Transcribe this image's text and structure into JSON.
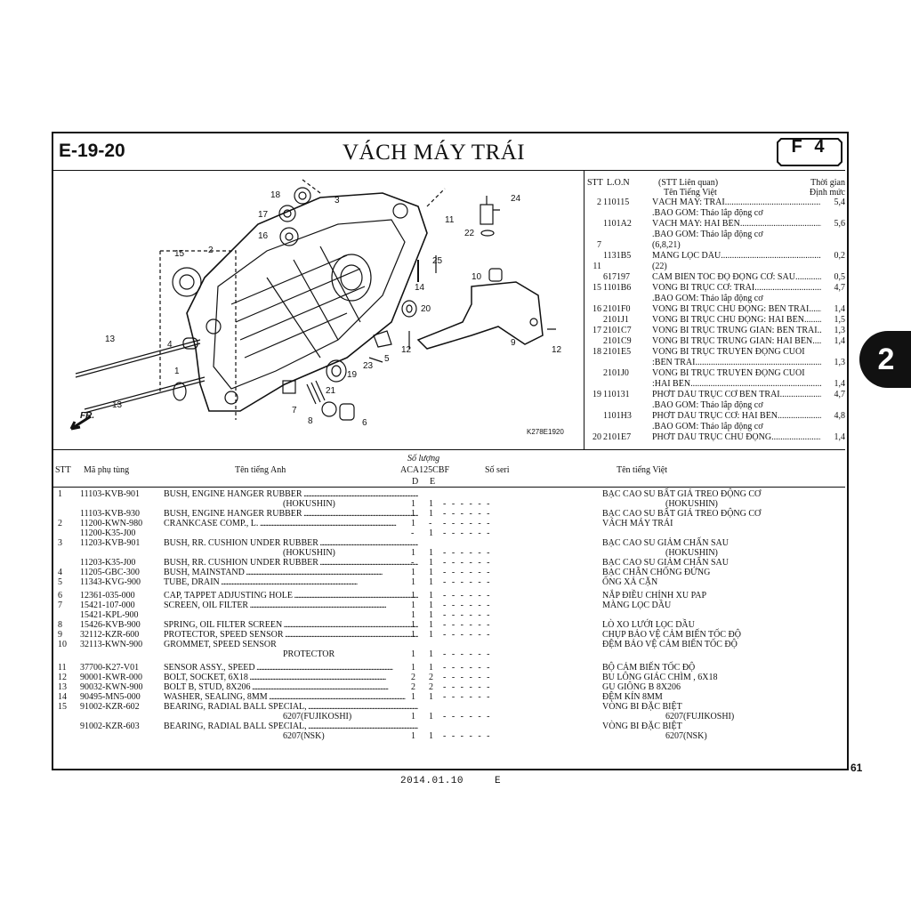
{
  "header": {
    "code": "E-19-20",
    "title": "VÁCH MÁY TRÁI",
    "fig": "F 4"
  },
  "diagram": {
    "ref": "K278E1920",
    "direction": "FR.",
    "callouts": [
      "18",
      "17",
      "16",
      "15",
      "2",
      "3",
      "24",
      "11",
      "22",
      "25",
      "14",
      "10",
      "20",
      "13",
      "4",
      "5",
      "12",
      "9",
      "12",
      "1",
      "23",
      "19",
      "21",
      "7",
      "8",
      "6",
      "13"
    ]
  },
  "vn_table": {
    "head_stt": "STT",
    "head_lon": "L.O.N",
    "head_rel": "(STT Liên quan)",
    "head_name": "Tên Tiếng Việt",
    "head_time1": "Thời gian",
    "head_time2": "Định mức",
    "rows": [
      {
        "stt": "2",
        "lon": "110115",
        "name": "VÁCH MÁY: TRÁI",
        "time": "5,4"
      },
      {
        "stt": "",
        "lon": "",
        "name": ".BAO GỒM: Tháo lắp động cơ",
        "time": ""
      },
      {
        "stt": "",
        "lon": "1101A2",
        "name": "VÁCH MÁY: HAI BÊN",
        "time": "5,6"
      },
      {
        "stt": "",
        "lon": "",
        "name": ".BAO GỒM: Tháo lắp động cơ",
        "time": ""
      },
      {
        "stt": "7",
        "lon": "",
        "name": "(6,8,21)",
        "time": ""
      },
      {
        "stt": "",
        "lon": "1131B5",
        "name": "MÀNG LỌC DẦU",
        "time": "0,2"
      },
      {
        "stt": "11",
        "lon": "",
        "name": "(22)",
        "time": ""
      },
      {
        "stt": "",
        "lon": "617197",
        "name": "CẢM BIẾN TỐC ĐỘ ĐỘNG CƠ: SAU",
        "time": "0,5"
      },
      {
        "stt": "15",
        "lon": "1101B6",
        "name": "VÒNG BI TRỤC CƠ: TRÁI",
        "time": "4,7"
      },
      {
        "stt": "",
        "lon": "",
        "name": ".BAO GỒM: Tháo lắp động cơ",
        "time": ""
      },
      {
        "stt": "16",
        "lon": "2101F0",
        "name": "VÒNG BI TRỤC CHỦ ĐỘNG: BÊN TRÁI",
        "time": "1,4"
      },
      {
        "stt": "",
        "lon": "2101J1",
        "name": "VÒNG BI TRỤC CHỦ ĐỘNG: HAI BÊN",
        "time": "1,5"
      },
      {
        "stt": "17",
        "lon": "2101C7",
        "name": "VÒNG BI TRỤC TRUNG GIAN: BÊN TRÁI",
        "time": "1,3"
      },
      {
        "stt": "",
        "lon": "2101C9",
        "name": "VÒNG BI TRỤC TRUNG GIAN: HAI BÊN",
        "time": "1,4"
      },
      {
        "stt": "18",
        "lon": "2101E5",
        "name": "VÒNG BI TRỤC TRUYỀN ĐỘNG CUỐI",
        "time": ""
      },
      {
        "stt": "",
        "lon": "",
        "name": ":BÊN TRÁI",
        "time": "1,3"
      },
      {
        "stt": "",
        "lon": "2101J0",
        "name": "VÒNG BI TRỤC TRUYỀN ĐỘNG CUỐI",
        "time": ""
      },
      {
        "stt": "",
        "lon": "",
        "name": ":HAI BÊN",
        "time": "1,4"
      },
      {
        "stt": "19",
        "lon": "110131",
        "name": "PHỚT DẦU TRỤC CƠ BÊN TRÁI",
        "time": "4,7"
      },
      {
        "stt": "",
        "lon": "",
        "name": ".BAO GỒM: Tháo lắp động cơ",
        "time": ""
      },
      {
        "stt": "",
        "lon": "1101H3",
        "name": "PHỚT DẦU TRỤC CƠ: HAI BÊN",
        "time": "4,8"
      },
      {
        "stt": "",
        "lon": "",
        "name": ".BAO GỒM: Tháo lắp động cơ",
        "time": ""
      },
      {
        "stt": "20",
        "lon": "2101E7",
        "name": "PHỚT DẦU TRỤC CHỦ ĐỘNG",
        "time": "1,4"
      }
    ]
  },
  "parts_head": {
    "stt": "STT",
    "part_no": "Mã phụ tùng",
    "name_en": "Tên tiếng Anh",
    "qty": "Số lượng",
    "model": "ACA125CBF",
    "d": "D",
    "e": "E",
    "serial": "Số seri",
    "name_vn": "Tên tiếng Việt"
  },
  "parts": [
    {
      "no": "1",
      "pn": "11103-KVB-901",
      "en": "BUSH, ENGINE HANGER RUBBER",
      "q1": "",
      "q2": "",
      "vn": "BẠC CAO SU BẤT GIÁ TREO ĐỘNG CƠ",
      "dots": true
    },
    {
      "no": "",
      "pn": "",
      "en": "(HOKUSHIN)",
      "q1": "1",
      "q2": "1",
      "vn": "(HOKUSHIN)",
      "sub": true
    },
    {
      "no": "",
      "pn": "11103-KVB-930",
      "en": "BUSH, ENGINE HANGER RUBBER",
      "q1": "1",
      "q2": "1",
      "vn": "BẠC CAO SU BẤT GIÁ TREO ĐỘNG CƠ",
      "dots": true
    },
    {
      "no": "2",
      "pn": "11200-KWN-980",
      "en": "CRANKCASE COMP., L.",
      "q1": "1",
      "q2": "-",
      "vn": "VÁCH MÁY TRÁI",
      "dots": true
    },
    {
      "no": "",
      "pn": "11200-K35-J00",
      "en": "",
      "q1": "-",
      "q2": "1",
      "vn": ""
    },
    {
      "no": "3",
      "pn": "11203-KVB-901",
      "en": "BUSH, RR. CUSHION UNDER RUBBER",
      "q1": "",
      "q2": "",
      "vn": "BẠC CAO SU GIẢM CHẤN SAU",
      "dots": true
    },
    {
      "no": "",
      "pn": "",
      "en": "(HOKUSHIN)",
      "q1": "1",
      "q2": "1",
      "vn": "(HOKUSHIN)",
      "sub": true
    },
    {
      "no": "",
      "pn": "11203-K35-J00",
      "en": "BUSH, RR. CUSHION UNDER RUBBER",
      "q1": "-",
      "q2": "1",
      "vn": "BẠC CAO SU GIẢM CHẤN SAU",
      "dots": true
    },
    {
      "no": "4",
      "pn": "11205-GBC-300",
      "en": "BUSH, MAINSTAND",
      "q1": "1",
      "q2": "1",
      "vn": "BẠC CHÂN CHỐNG ĐỨNG",
      "dots": true
    },
    {
      "no": "5",
      "pn": "11343-KVG-900",
      "en": "TUBE, DRAIN",
      "q1": "1",
      "q2": "1",
      "vn": "ỐNG XẢ CẶN",
      "dots": true,
      "gap": true
    },
    {
      "no": "6",
      "pn": "12361-035-000",
      "en": "CAP, TAPPET ADJUSTING HOLE",
      "q1": "1",
      "q2": "1",
      "vn": "NẮP ĐIỀU CHỈNH XU PAP",
      "dots": true
    },
    {
      "no": "7",
      "pn": "15421-107-000",
      "en": "SCREEN, OIL FILTER",
      "q1": "1",
      "q2": "1",
      "vn": "MÀNG LỌC DẦU",
      "dots": true
    },
    {
      "no": "",
      "pn": "15421-KPL-900",
      "en": "",
      "q1": "1",
      "q2": "1",
      "vn": ""
    },
    {
      "no": "8",
      "pn": "15426-KVB-900",
      "en": "SPRING, OIL FILTER SCREEN",
      "q1": "1",
      "q2": "1",
      "vn": "LÒ XO LƯỚI LỌC DẦU",
      "dots": true
    },
    {
      "no": "9",
      "pn": "32112-KZR-600",
      "en": "PROTECTOR, SPEED SENSOR",
      "q1": "1",
      "q2": "1",
      "vn": "CHỤP BẢO VỆ CẢM BIẾN TỐC ĐỘ",
      "dots": true
    },
    {
      "no": "10",
      "pn": "32113-KWN-900",
      "en": "GROMMET, SPEED SENSOR",
      "q1": "",
      "q2": "",
      "vn": "ĐỆM BẢO VỆ CẢM BIẾN TỐC ĐỘ"
    },
    {
      "no": "",
      "pn": "",
      "en": "PROTECTOR",
      "q1": "1",
      "q2": "1",
      "vn": "",
      "sub": true,
      "gap": true
    },
    {
      "no": "11",
      "pn": "37700-K27-V01",
      "en": "SENSOR ASSY., SPEED",
      "q1": "1",
      "q2": "1",
      "vn": "BỘ CẢM BIẾN TỐC ĐỘ",
      "dots": true
    },
    {
      "no": "12",
      "pn": "90001-KWR-000",
      "en": "BOLT, SOCKET, 6X18",
      "q1": "2",
      "q2": "2",
      "vn": "BU LÔNG GIÁC CHÌM , 6X18",
      "dots": true
    },
    {
      "no": "13",
      "pn": "90032-KWN-900",
      "en": "BOLT B, STUD, 8X206",
      "q1": "2",
      "q2": "2",
      "vn": "GU GIÔNG B 8X206",
      "dots": true
    },
    {
      "no": "14",
      "pn": "90495-MN5-000",
      "en": "WASHER, SEALING, 8MM",
      "q1": "1",
      "q2": "1",
      "vn": "ĐỆM KÍN 8MM",
      "dots": true
    },
    {
      "no": "15",
      "pn": "91002-KZR-602",
      "en": "BEARING, RADIAL BALL SPECIAL,",
      "q1": "",
      "q2": "",
      "vn": "VÒNG BI ĐẶC BIỆT",
      "dots": true
    },
    {
      "no": "",
      "pn": "",
      "en": "6207(FUJIKOSHI)",
      "q1": "1",
      "q2": "1",
      "vn": "6207(FUJIKOSHI)",
      "sub": true
    },
    {
      "no": "",
      "pn": "91002-KZR-603",
      "en": "BEARING, RADIAL BALL SPECIAL,",
      "q1": "",
      "q2": "",
      "vn": "VÒNG BI ĐẶC BIỆT",
      "dots": true
    },
    {
      "no": "",
      "pn": "",
      "en": "6207(NSK)",
      "q1": "1",
      "q2": "1",
      "vn": "6207(NSK)",
      "sub": true
    }
  ],
  "dash": "- - - - - -",
  "sidetab": "2",
  "page_number": "61",
  "footer": {
    "date": "2014.01.10",
    "code": "E"
  }
}
